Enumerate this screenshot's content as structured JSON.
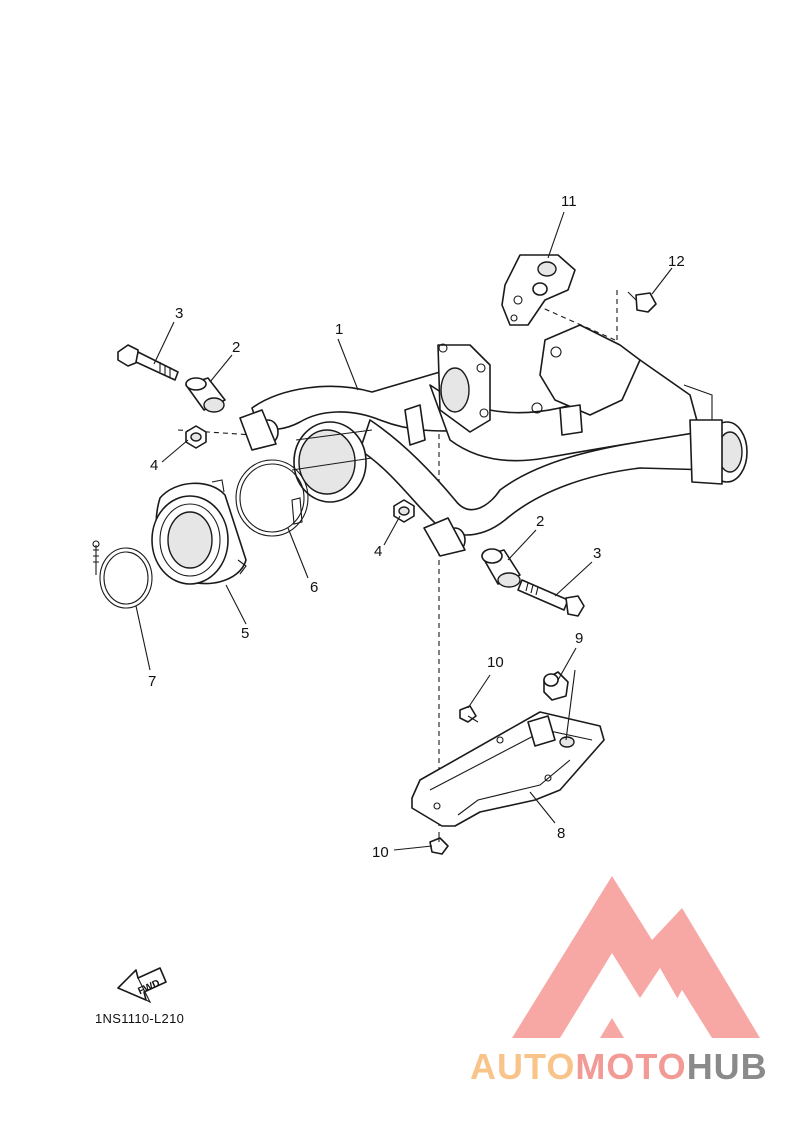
{
  "callouts": {
    "c1": "1",
    "c2a": "2",
    "c2b": "2",
    "c3a": "3",
    "c3b": "3",
    "c4a": "4",
    "c4b": "4",
    "c5": "5",
    "c6": "6",
    "c7": "7",
    "c8": "8",
    "c9": "9",
    "c10a": "10",
    "c10b": "10",
    "c11": "11",
    "c12": "12"
  },
  "fwd_arrow": {
    "label": "FWD"
  },
  "diagram_code": "1NS1110-L210",
  "watermark": {
    "brand_part1": "AUTO",
    "brand_part2": "MOTO",
    "brand_part3": "HUB",
    "colors": {
      "light": "#f9c48a",
      "red": "#f29a95",
      "gray": "#8a8a8a"
    }
  }
}
